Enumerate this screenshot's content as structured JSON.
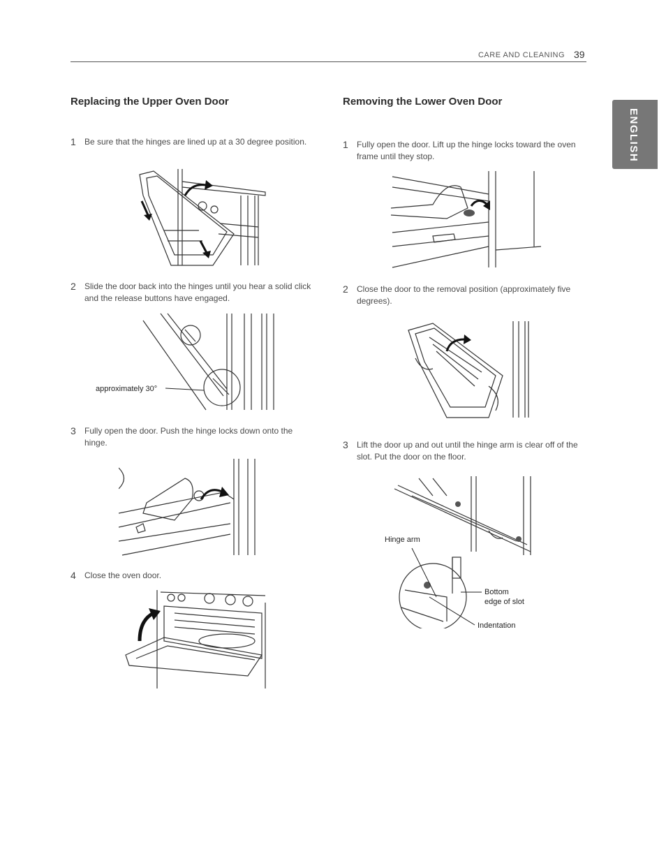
{
  "header": {
    "section": "CARE AND CLEANING",
    "page_number": "39"
  },
  "language_tab": "ENGLISH",
  "left": {
    "title": "Replacing the Upper Oven Door",
    "steps": [
      {
        "num": "1",
        "text": "Be sure that the hinges are lined up at a 30 degree position."
      },
      {
        "num": "2",
        "text": "Slide the door back into the hinges until you hear a solid click and the release buttons have engaged."
      },
      {
        "num": "3",
        "text": "Fully open the door. Push the hinge locks down onto the hinge."
      },
      {
        "num": "4",
        "text": "Close the oven door."
      }
    ],
    "callout_angle": "approximately 30°"
  },
  "right": {
    "title": "Removing the Lower Oven Door",
    "steps": [
      {
        "num": "1",
        "text": "Fully open the door. Lift up the hinge locks toward the oven frame until they stop."
      },
      {
        "num": "2",
        "text": "Close the door to the removal position (approximately five degrees)."
      },
      {
        "num": "3",
        "text": "Lift the door up and out until the hinge arm is clear off of the slot. Put the door on the floor."
      }
    ],
    "callouts": {
      "hinge_arm": "Hinge arm",
      "bottom_edge_line1": "Bottom",
      "bottom_edge_line2": "edge of slot",
      "indentation": "Indentation"
    }
  },
  "colors": {
    "tab": "#777777",
    "text": "#4a4a4a",
    "line": "#333333"
  },
  "icons": [
    "curved-arrow-icon",
    "down-arrow-icon"
  ]
}
